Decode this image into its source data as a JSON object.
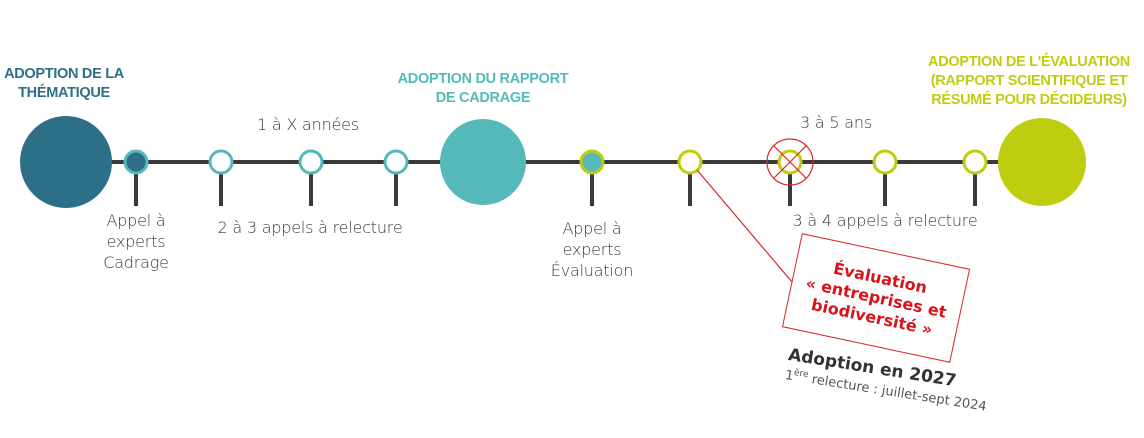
{
  "colors": {
    "phase1_dark": "#2d6f87",
    "phase2_teal": "#56b9b9",
    "phase3_lime": "#bfcd11",
    "line": "#3a3a3a",
    "highlight_red": "#d8141b"
  },
  "milestones": {
    "thematic": {
      "title_line1": "ADOPTION DE LA",
      "title_line2": "THÉMATIQUE"
    },
    "scoping": {
      "title_line1": "ADOPTION DU RAPPORT",
      "title_line2": "DE CADRAGE"
    },
    "assessment": {
      "title_line1": "ADOPTION DE L'ÉVALUATION",
      "title_line2": "(RAPPORT SCIENTIFIQUE ET",
      "title_line3": "RÉSUMÉ POUR DÉCIDEURS)"
    }
  },
  "durations": {
    "scoping_phase": "1 à X années",
    "assessment_phase": "3 à 5 ans"
  },
  "steps": {
    "call_experts_scoping": {
      "line1": "Appel à",
      "line2": "experts",
      "line3": "Cadrage"
    },
    "review_scoping": "2 à 3 appels à relecture",
    "call_experts_assessment": {
      "line1": "Appel à",
      "line2": "experts",
      "line3": "Évaluation"
    },
    "review_assessment": "3 à 4 appels à relecture"
  },
  "callout": {
    "line1": "Évaluation",
    "line2": "« entreprises et",
    "line3": "biodiversité »",
    "adoption": "Adoption en 2027",
    "review_ordinal": "1",
    "review_ordinal_sup": "ère",
    "review_text": " relecture : juillet-sept 2024"
  }
}
